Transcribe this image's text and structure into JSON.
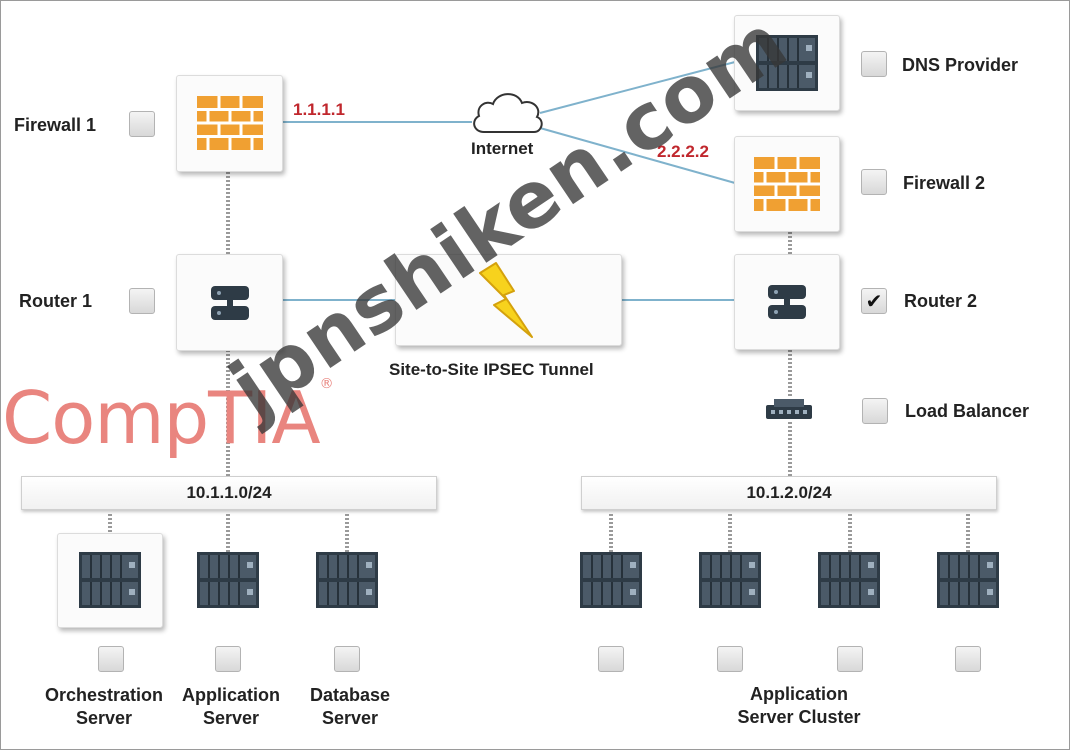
{
  "devices": {
    "firewall_1": "Firewall 1",
    "router_1": "Router 1",
    "dns_provider": "DNS Provider",
    "firewall_2": "Firewall 2",
    "router_2": "Router 2",
    "load_balancer": "Load Balancer",
    "internet": "Internet",
    "tunnel": "Site-to-Site IPSEC Tunnel",
    "orchestration_server": [
      "Orchestration",
      "Server"
    ],
    "application_server": [
      "Application",
      "Server"
    ],
    "database_server": [
      "Database",
      "Server"
    ],
    "app_server_cluster": [
      "Application",
      "Server Cluster"
    ]
  },
  "ips": {
    "firewall_1_public": "1.1.1.1",
    "firewall_2_public": "2.2.2.2"
  },
  "subnets": {
    "left": "10.1.1.0/24",
    "right": "10.1.2.0/24"
  },
  "checkboxes": {
    "firewall_1": false,
    "router_1": false,
    "dns_provider": false,
    "firewall_2": false,
    "router_2": true,
    "load_balancer": false,
    "orchestration_server": false,
    "application_server": false,
    "database_server": false,
    "cluster_1": false,
    "cluster_2": false,
    "cluster_3": false,
    "cluster_4": false
  },
  "branding": {
    "logo": "CompTIA",
    "watermark": "jpnshiken.com"
  },
  "colors": {
    "link": "#7fb2cc",
    "ip": "#c0272d",
    "firewall": "#f0a032",
    "server": "#2e3b46",
    "logo": "#e9857f"
  },
  "icons": {
    "checkmark": "✔"
  }
}
